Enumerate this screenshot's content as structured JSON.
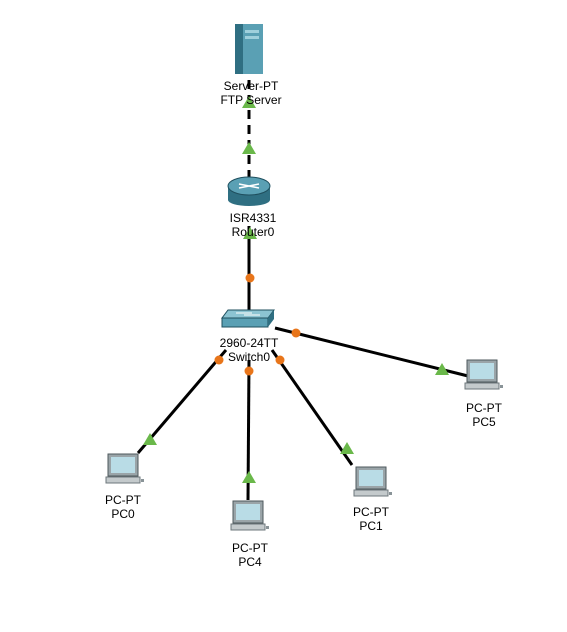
{
  "devices": [
    {
      "id": "ftp",
      "type": "server",
      "icon": "server-icon",
      "model": "Server-PT",
      "name": "FTP Server"
    },
    {
      "id": "router0",
      "type": "router",
      "icon": "router-icon",
      "model": "ISR4331",
      "name": "Router0"
    },
    {
      "id": "switch0",
      "type": "switch",
      "icon": "switch-icon",
      "model": "2960-24TT",
      "name": "Switch0"
    },
    {
      "id": "pc0",
      "type": "pc",
      "icon": "pc-icon",
      "model": "PC-PT",
      "name": "PC0"
    },
    {
      "id": "pc4",
      "type": "pc",
      "icon": "pc-icon",
      "model": "PC-PT",
      "name": "PC4"
    },
    {
      "id": "pc1",
      "type": "pc",
      "icon": "pc-icon",
      "model": "PC-PT",
      "name": "PC1"
    },
    {
      "id": "pc5",
      "type": "pc",
      "icon": "pc-icon",
      "model": "PC-PT",
      "name": "PC5"
    }
  ],
  "links": [
    {
      "from": "router0",
      "to": "ftp",
      "cable": "dashed",
      "from_status": "up",
      "to_status": "up"
    },
    {
      "from": "switch0",
      "to": "router0",
      "cable": "solid",
      "from_status": "amber",
      "to_status": "up"
    },
    {
      "from": "switch0",
      "to": "pc0",
      "cable": "solid",
      "from_status": "amber",
      "to_status": "up"
    },
    {
      "from": "switch0",
      "to": "pc4",
      "cable": "solid",
      "from_status": "amber",
      "to_status": "up"
    },
    {
      "from": "switch0",
      "to": "pc1",
      "cable": "solid",
      "from_status": "amber",
      "to_status": "up"
    },
    {
      "from": "switch0",
      "to": "pc5",
      "cable": "solid",
      "from_status": "amber",
      "to_status": "up"
    }
  ],
  "colors": {
    "link_up": "#6ab84a",
    "link_amber": "#e8751a",
    "cable": "#000000",
    "device_body": "#5aa0b4",
    "device_dark": "#2f6f82"
  }
}
